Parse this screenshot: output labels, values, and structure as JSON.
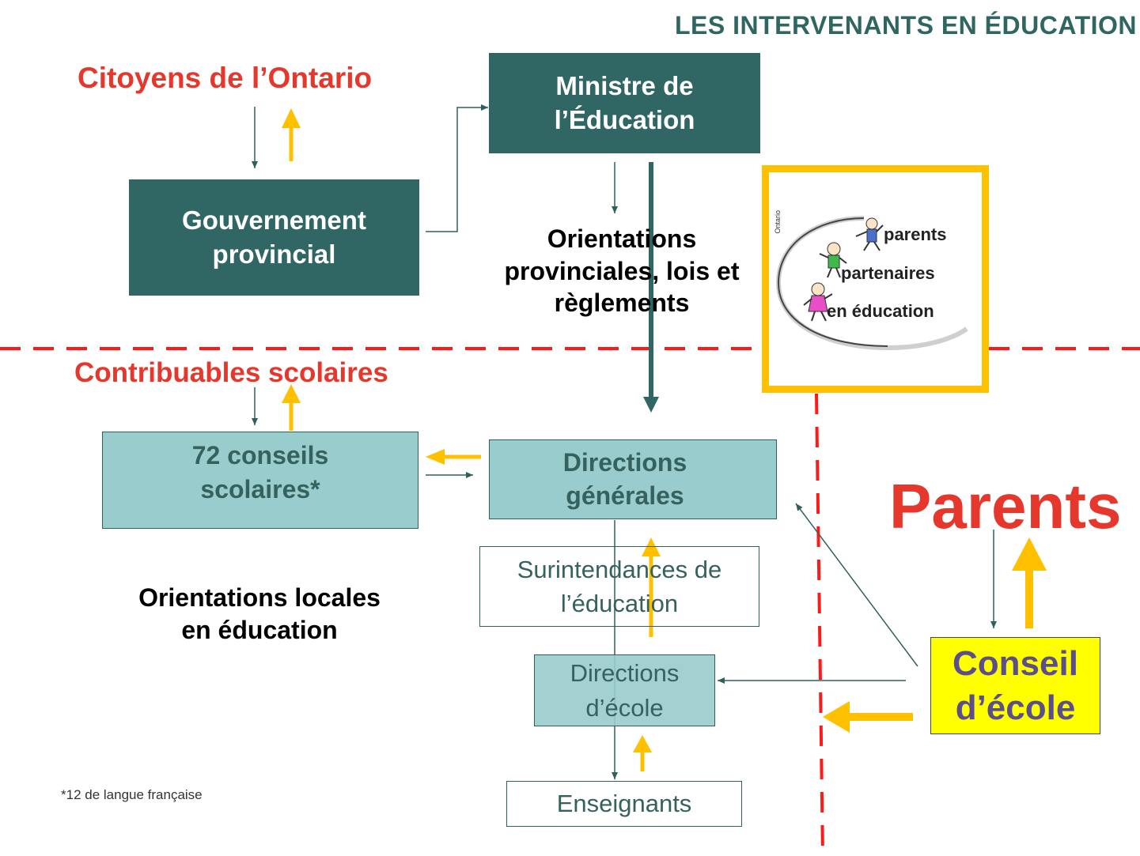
{
  "title": "LES INTERVENANTS EN ÉDUCATION",
  "citoyens": "Citoyens de l’Ontario",
  "gouvernement": [
    "Gouvernement",
    "provincial"
  ],
  "ministre": [
    "Ministre de",
    "l’Éducation"
  ],
  "orientations_prov": [
    "Orientations",
    "provinciales, lois et",
    "règlements"
  ],
  "logo": {
    "side_text": "Ontario",
    "lines": [
      "parents",
      "partenaires",
      "en éducation"
    ]
  },
  "contribuables": "Contribuables scolaires",
  "conseils": [
    "72 conseils",
    "scolaires*"
  ],
  "directions_generales": [
    "Directions",
    "générales"
  ],
  "surintendances": [
    "Surintendances de",
    "l’éducation"
  ],
  "directions_ecole": [
    "Directions",
    "d’école"
  ],
  "enseignants": "Enseignants",
  "orientations_locales": [
    "Orientations locales",
    "en éducation"
  ],
  "footnote": "*12 de langue française",
  "parents": "Parents",
  "conseil_ecole": [
    "Conseil",
    "d’école"
  ],
  "colors": {
    "dark_teal": "#306663",
    "light_teal": "#99cccc",
    "red": "#e5372b",
    "yellow": "#ffc000",
    "conseil_yellow": "#ffff00",
    "conseil_text": "#5a4f8c"
  }
}
